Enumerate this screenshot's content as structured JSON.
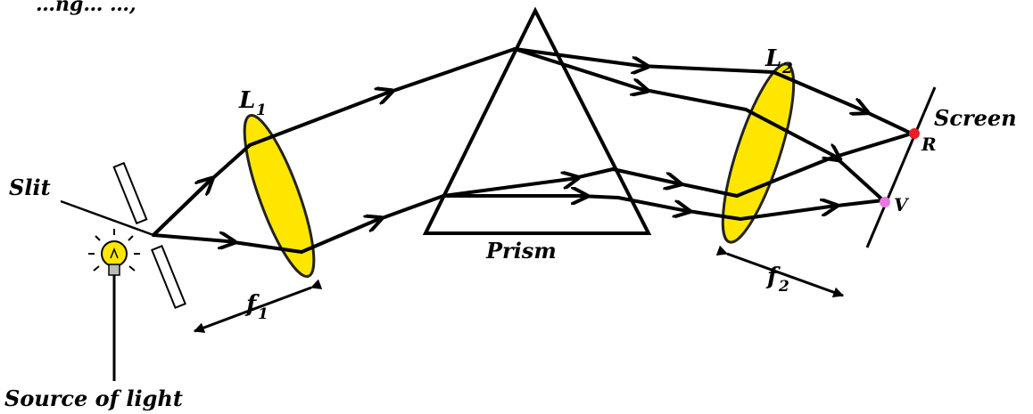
{
  "caption_fragment": "…ng…                 …,",
  "labels": {
    "slit": "Slit",
    "source": "Source of light",
    "prism": "Prism",
    "screen": "Screen",
    "lens1_letter": "L",
    "lens1_sub": "1",
    "lens2_letter": "L",
    "lens2_sub": "2",
    "focal1_letter": "f",
    "focal1_sub": "1",
    "focal2_letter": "f",
    "focal2_sub": "2",
    "red_point": "R",
    "violet_point": "V"
  },
  "colors": {
    "lens_fill": "#ffe600",
    "red_dot": "#ee1c24",
    "violet_dot": "#e879e0",
    "bulb": "#ffe600"
  },
  "icons": {
    "source": "light-bulb-icon"
  }
}
